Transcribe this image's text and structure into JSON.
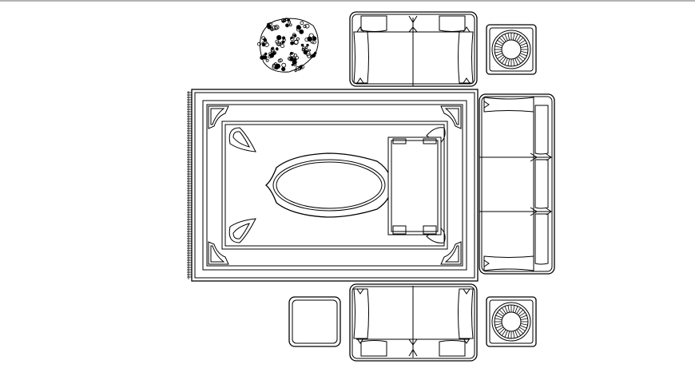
{
  "drawing": {
    "type": "furniture layout plan",
    "line_color": "#000000",
    "background_color": "#ffffff",
    "frame_color": "#9a9a9a",
    "elements": [
      "potted-plant",
      "two-seat-sofa-top",
      "two-seat-sofa-bottom",
      "three-seat-sofa-right",
      "area-rug",
      "oval-coffee-table",
      "rectangular-console-table",
      "side-table-lamp-top",
      "side-table-lamp-bottom",
      "square-ottoman"
    ]
  }
}
